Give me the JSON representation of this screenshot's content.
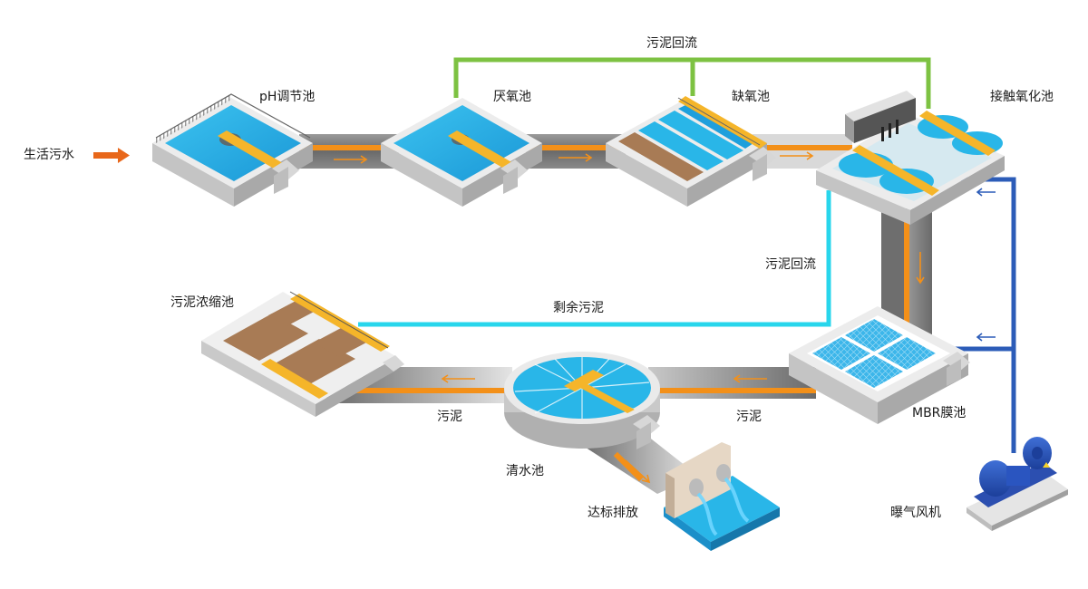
{
  "labels": {
    "inlet": "生活污水",
    "ph_tank": "pH调节池",
    "anaerobic": "厌氧池",
    "anoxic": "缺氧池",
    "contact_oxidation": "接触氧化池",
    "sludge_return_top": "污泥回流",
    "sludge_return_side": "污泥回流",
    "excess_sludge": "剩余污泥",
    "sludge_thickener": "污泥浓缩池",
    "mbr": "MBR膜池",
    "clear_water": "清水池",
    "discharge": "达标排放",
    "blower": "曝气风机",
    "sludge_left": "污泥",
    "sludge_right": "污泥"
  },
  "colors": {
    "pipe_gray": "#6e6e6e",
    "pipe_light": "#d4d4d4",
    "flow_orange": "#f39019",
    "inlet_arrow": "#e8671a",
    "return_green": "#7dc242",
    "excess_cyan": "#28d6ec",
    "air_blue": "#2c5cb8",
    "water": "#29b6e8",
    "water_dark": "#1791cf",
    "walkway": "#f5b52a",
    "concrete": "#e9e9e9",
    "concrete_side": "#b9b9b9",
    "sludge": "#a87b55"
  },
  "icons": [
    "flow-arrow-icon",
    "air-arrow-icon",
    "pump-icon",
    "pipe-outlet-icon"
  ]
}
